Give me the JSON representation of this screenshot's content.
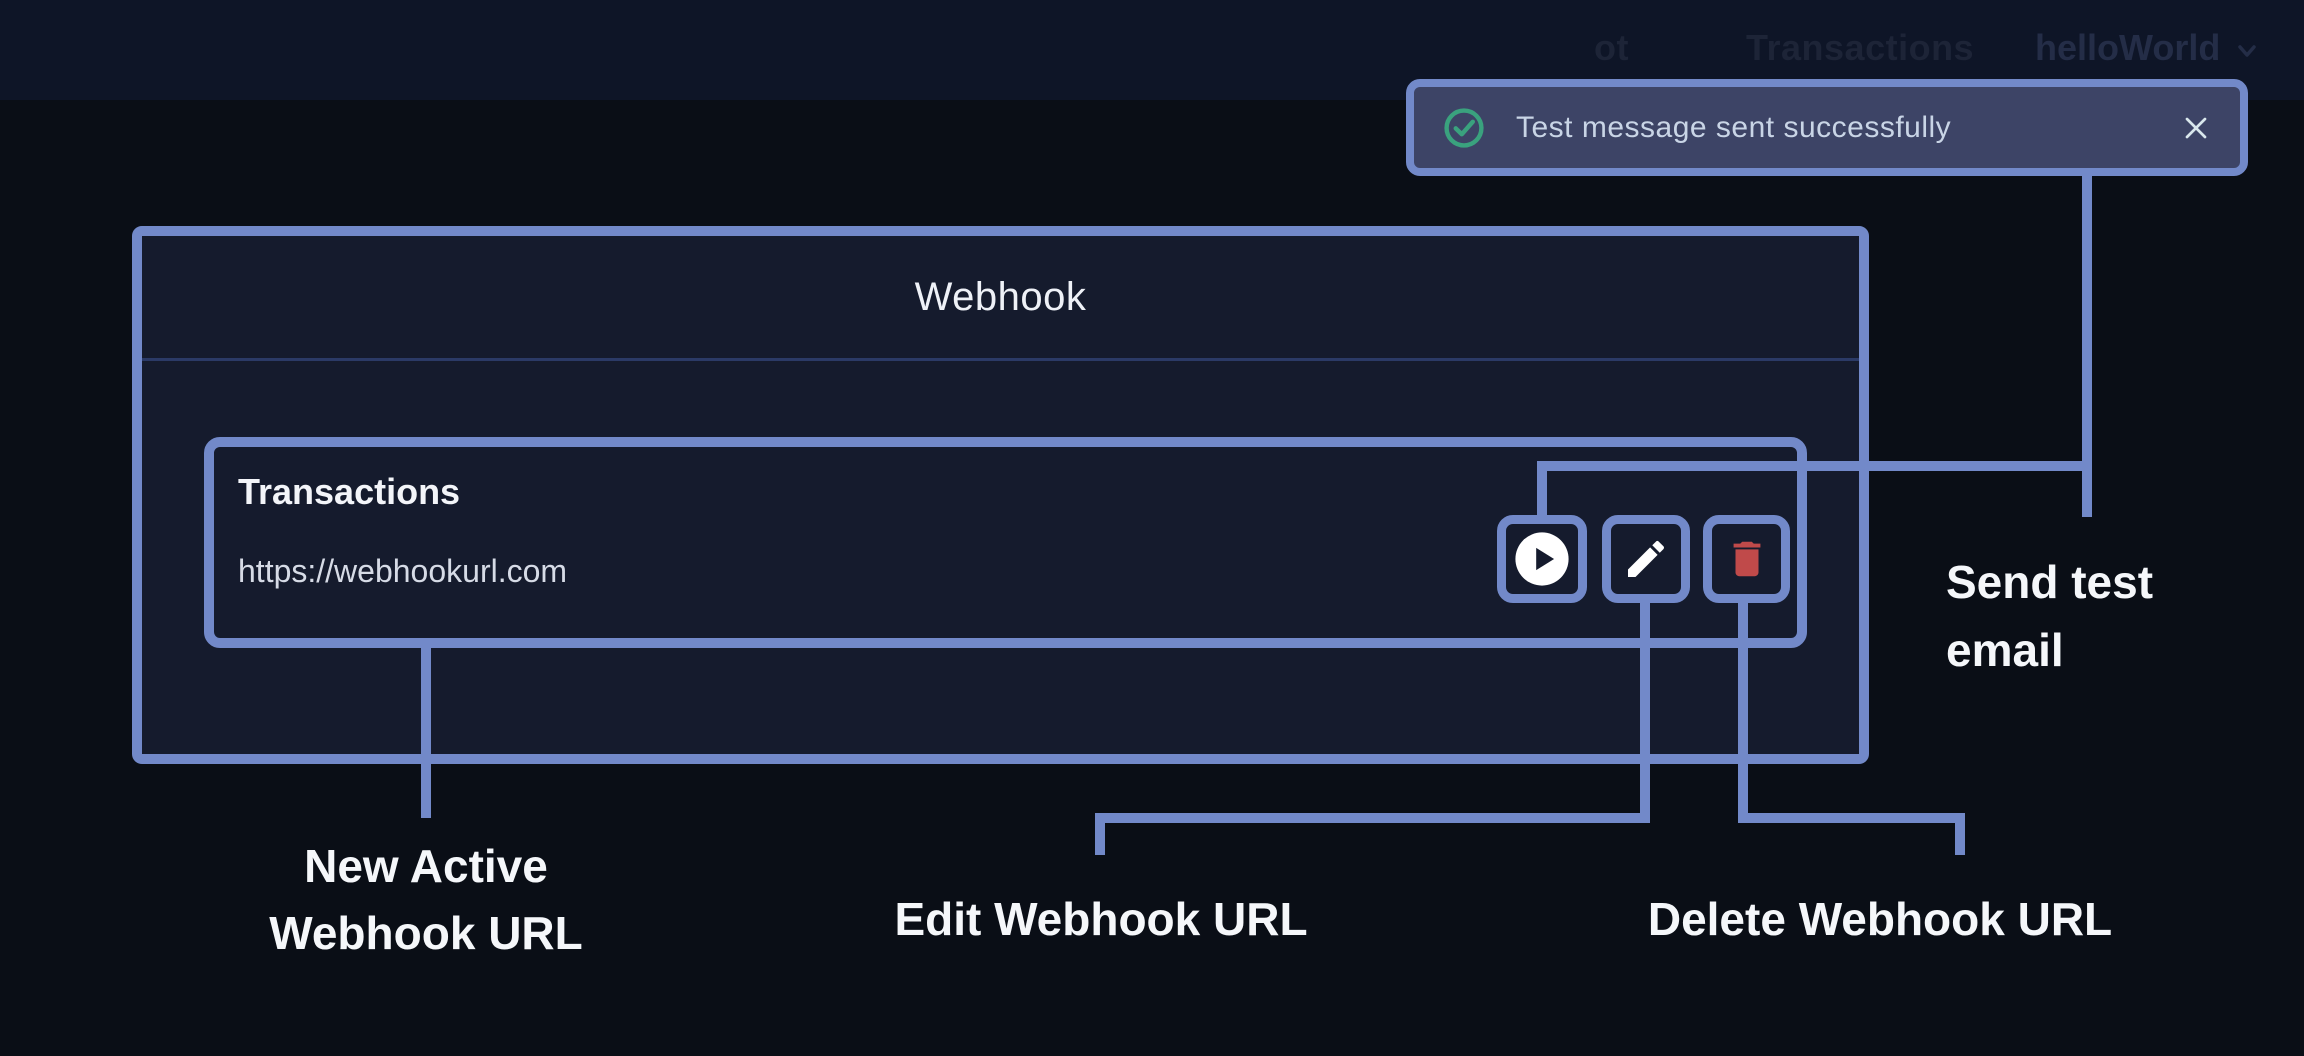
{
  "topbar": {
    "nav_fragment": "ot",
    "nav_transactions": "Transactions",
    "account_label": "helloWorld"
  },
  "toast": {
    "message": "Test message sent successfully"
  },
  "panel": {
    "title": "Webhook"
  },
  "webhook_row": {
    "name": "Transactions",
    "url": "https://webhookurl.com"
  },
  "annotations": {
    "send_test": {
      "line1": "Send test",
      "line2": "email"
    },
    "new_active": {
      "line1": "New Active",
      "line2": "Webhook URL"
    },
    "edit_label": "Edit Webhook URL",
    "delete_label": "Delete Webhook URL"
  },
  "icons": {
    "toast_status": "check-circle-icon",
    "toast_close": "close-icon",
    "account_chevron": "chevron-down-icon",
    "send_test_button": "play-circle-icon",
    "edit_button": "pencil-icon",
    "delete_button": "trash-icon"
  },
  "colors": {
    "annotation_accent": "#7289c9",
    "toast_background": "#3d4466",
    "success_green": "#3aa27e",
    "danger_red": "#c04a4a",
    "topbar_background": "#0e1527",
    "panel_background": "#151b2d"
  }
}
